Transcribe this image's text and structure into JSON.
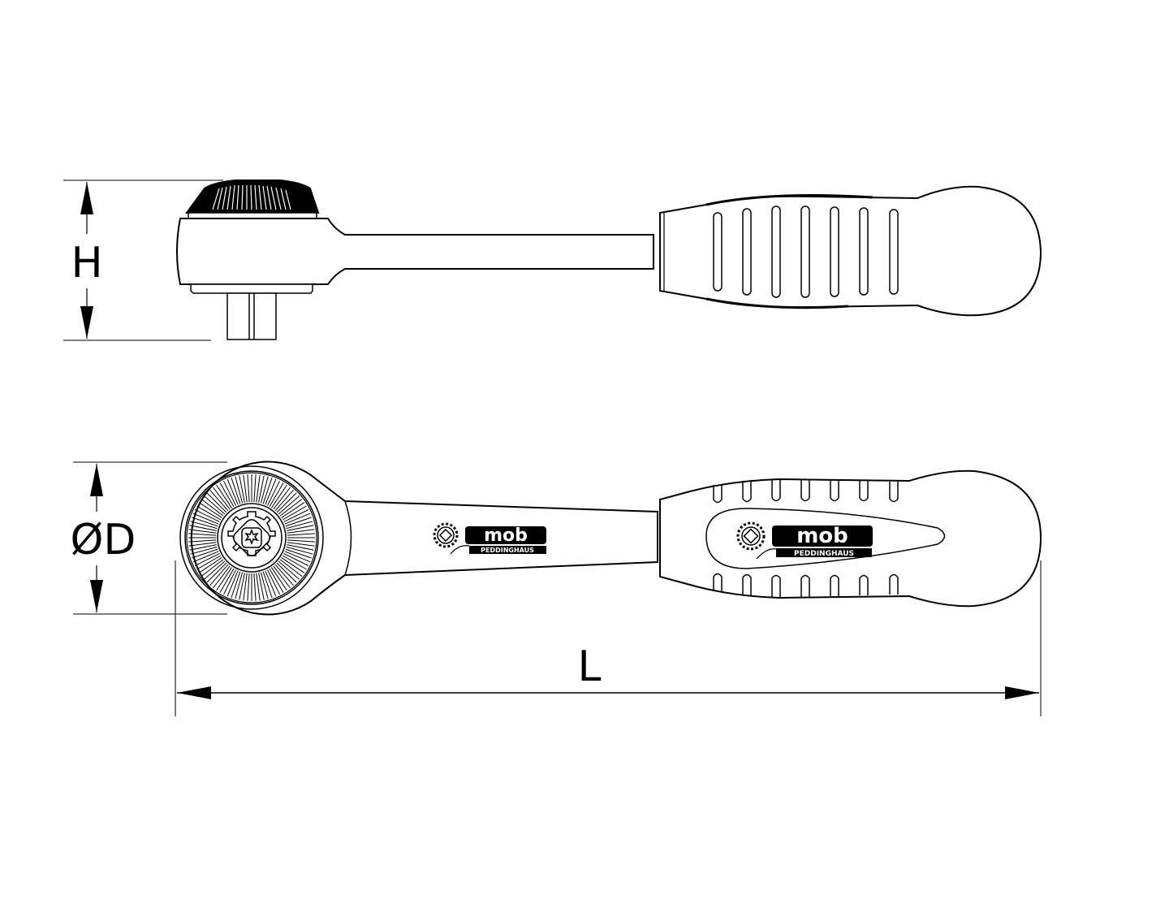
{
  "drawing": {
    "subject": "Reversible ratchet with handle — technical dimension drawing",
    "views": [
      {
        "id": "side-view",
        "description": "Side elevation"
      },
      {
        "id": "top-view",
        "description": "Top view"
      }
    ],
    "dimensions": {
      "height": {
        "label": "H"
      },
      "diameter": {
        "label": "ØD"
      },
      "length": {
        "label": "L"
      }
    },
    "logo": {
      "brand": "mob",
      "sub": "PEDDINGHAUS"
    },
    "colors": {
      "line": "#000000",
      "background": "#ffffff"
    }
  }
}
